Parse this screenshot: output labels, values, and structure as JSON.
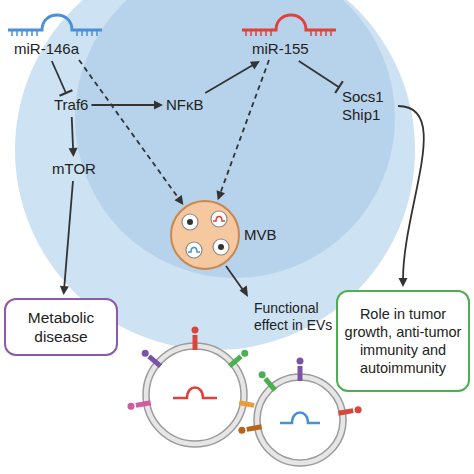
{
  "diagram": {
    "nodes": [
      {
        "text": [
          "miR-146a"
        ]
      },
      {
        "text": [
          "Traf6"
        ]
      },
      {
        "text": [
          "mTOR"
        ]
      },
      {
        "text": [
          "NFκB"
        ]
      },
      {
        "text": [
          "miR-155"
        ]
      },
      {
        "text": [
          "Socs1 Ship1"
        ]
      },
      {
        "text": [
          "MVB"
        ]
      },
      {
        "text": [
          "Metabolic disease"
        ]
      },
      {
        "text": [
          "Role in tumor growth, anti-tumor immunity and autoimmunity"
        ]
      }
    ],
    "edges": [
      {
        "from": 0,
        "to": 1,
        "arrow": "to"
      },
      {
        "from": 1,
        "to": 2,
        "arrow": "to"
      },
      {
        "from": 1,
        "to": 3,
        "arrow": "to"
      },
      {
        "from": 3,
        "to": 4,
        "arrow": "to"
      },
      {
        "from": 4,
        "to": 5,
        "arrow": "to"
      },
      {
        "from": 2,
        "to": 7,
        "arrow": "to"
      },
      {
        "from": 5,
        "to": 8,
        "arrow": "to"
      },
      {
        "from": 0,
        "to": 6,
        "arrow": "to"
      },
      {
        "from": 4,
        "to": 6,
        "arrow": "to"
      }
    ],
    "labels": [
      "Functional effect in EVs"
    ]
  }
}
